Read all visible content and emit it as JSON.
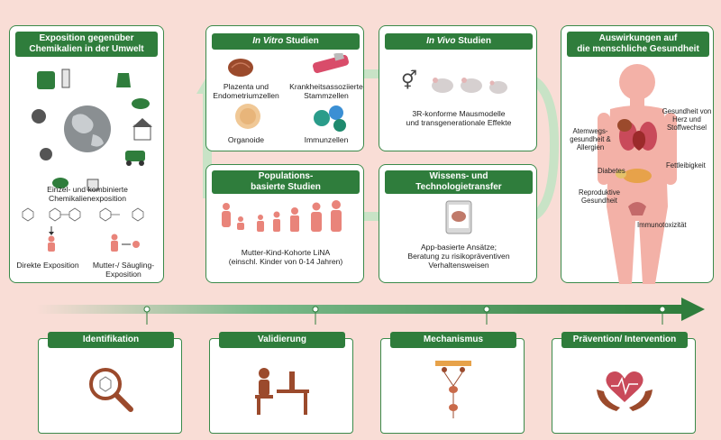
{
  "panels": {
    "exposure": {
      "title_line1": "Exposition gegenüber",
      "title_line2": "Chemikalien in der Umwelt",
      "desc_line1": "Einzel- und kombinierte",
      "desc_line2": "Chemikalienexposition",
      "direct": "Direkte Exposition",
      "maternal_line1": "Mutter-/ Säugling-",
      "maternal_line2": "Exposition"
    },
    "invitro": {
      "title_italic": "In Vitro",
      "title_rest": " Studien",
      "placenta_line1": "Plazenta und",
      "placenta_line2": "Endometriumzellen",
      "stem_line1": "Krankheitsassoziierte",
      "stem_line2": "Stammzellen",
      "organoids": "Organoide",
      "immune": "Immunzellen"
    },
    "invivo": {
      "title_italic": "In Vivo",
      "title_rest": " Studien",
      "desc_line1": "3R-konforme Mausmodelle",
      "desc_line2": "und transgenerationale Effekte"
    },
    "population": {
      "title_line1": "Populations-",
      "title_line2": "basierte Studien",
      "desc_line1": "Mutter-Kind-Kohorte LiNA",
      "desc_line2": "(einschl. Kinder von 0-14 Jahren)"
    },
    "transfer": {
      "title_line1": "Wissens- und",
      "title_line2": "Technologietransfer",
      "desc_line1": "App-basierte Ansätze;",
      "desc_line2": "Beratung zu risikopräventiven",
      "desc_line3": "Verhaltensweisen"
    },
    "health": {
      "title_line1": "Auswirkungen auf",
      "title_line2": "die menschliche Gesundheit",
      "heart_line1": "Gesundheit von",
      "heart_line2": "Herz und",
      "heart_line3": "Stoffwechsel",
      "resp_line1": "Atemwegs-",
      "resp_line2": "gesundheit &",
      "resp_line3": "Allergien",
      "diabetes": "Diabetes",
      "obesity": "Fettleibigkeit",
      "repro_line1": "Reproduktive",
      "repro_line2": "Gesundheit",
      "immunotox": "Immunotoxizität"
    }
  },
  "stages": [
    {
      "label": "Identifikation"
    },
    {
      "label": "Validierung"
    },
    {
      "label": "Mechanismus"
    },
    {
      "label": "Prävention/ Intervention"
    }
  ],
  "icons": {
    "gender": "⚥"
  },
  "colors": {
    "background": "#f9ddd6",
    "green_dark": "#2f7d3c",
    "green_light": "#cfe6cc",
    "body_pink": "#f3b1a7",
    "accent_brown": "#9b4a2c"
  }
}
